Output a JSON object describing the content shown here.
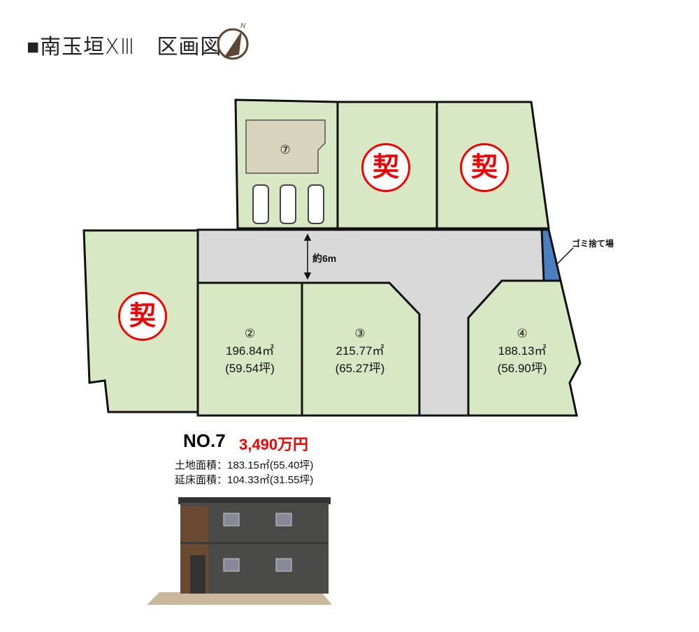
{
  "header": {
    "title": "■南玉垣ⅩⅢ　区画図",
    "compass_label": "N"
  },
  "lots": [
    {
      "id": "⑦"
    },
    {
      "id": "②",
      "area": "196.84㎡",
      "tsubo": "(59.54坪)"
    },
    {
      "id": "③",
      "area": "215.77㎡",
      "tsubo": "(65.27坪)"
    },
    {
      "id": "④",
      "area": "188.13㎡",
      "tsubo": "(56.90坪)"
    }
  ],
  "contracted_mark": "契",
  "road_width": "約6m",
  "garbage_label": "ゴミ捨て場",
  "listing": {
    "number": "NO.7",
    "price": "3,490万円",
    "land_area": "土地面積：183.15㎡(55.40坪)",
    "floor_area": "延床面積：104.33㎡(31.55坪)"
  },
  "colors": {
    "lot": "#d9e8c4",
    "road": "#d9d9d9",
    "garbage": "#4a7fc1",
    "contract": "#e00000",
    "house": "#d8d4bc"
  }
}
